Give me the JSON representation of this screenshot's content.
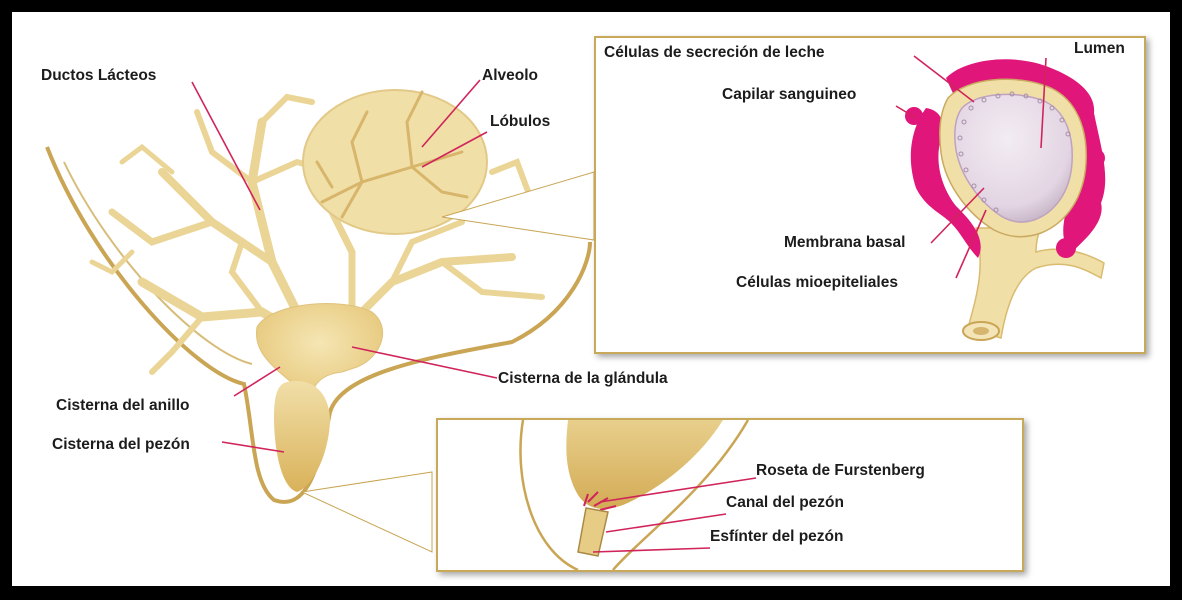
{
  "labels": {
    "ductos_lacteos": "Ductos Lácteos",
    "alveolo": "Alveolo",
    "lobulos": "Lóbulos",
    "celulas_secrecion": "Células de secreción de leche",
    "lumen": "Lumen",
    "capilar_sanguineo": "Capilar sanguineo",
    "membrana_basal": "Membrana basal",
    "celulas_mioepiteliales": "Células mioepiteliales",
    "cisterna_glandula": "Cisterna de la glándula",
    "cisterna_anillo": "Cisterna del anillo",
    "cisterna_pezon": "Cisterna del pezón",
    "roseta_furstenberg": "Roseta de Furstenberg",
    "canal_pezon": "Canal del pezón",
    "esfinter_pezon": "Esfínter del pezón"
  },
  "colors": {
    "tissue_fill": "#f1dfa8",
    "tissue_outline": "#c9a554",
    "pointer_line": "#d0245a",
    "capillary": "#e0167a",
    "lumen_fill": "#e9dde9"
  }
}
